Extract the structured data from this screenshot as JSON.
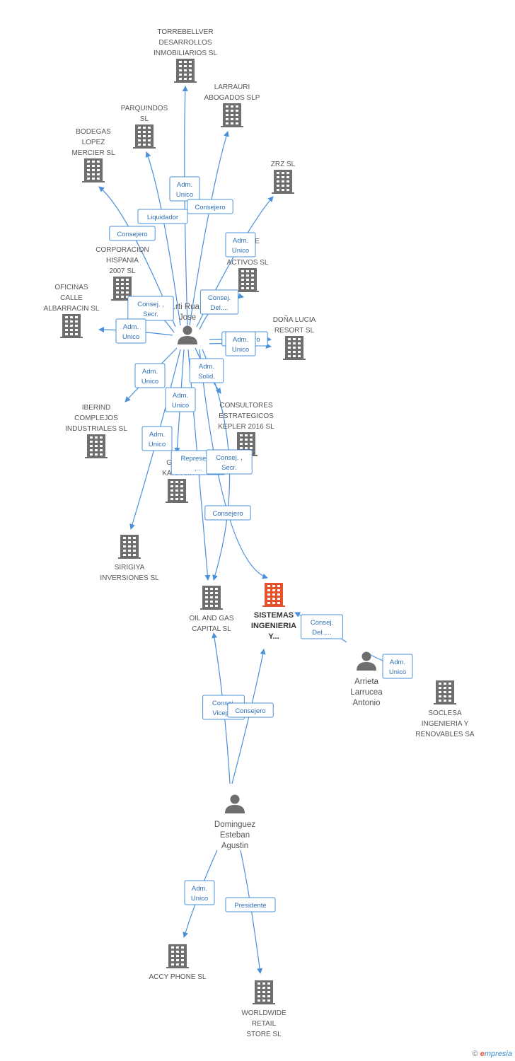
{
  "nodes": [
    {
      "id": "torrebellver",
      "type": "company",
      "lines": [
        "TORREBELLVER",
        "DESARROLLOS",
        "INMOBILIARIOS SL"
      ]
    },
    {
      "id": "larrauri",
      "type": "company",
      "lines": [
        "LARRAURI",
        "ABOGADOS SLP"
      ]
    },
    {
      "id": "parquindos",
      "type": "company",
      "lines": [
        "PARQUINDOS",
        "SL"
      ]
    },
    {
      "id": "bodegas",
      "type": "company",
      "lines": [
        "BODEGAS",
        "LOPEZ",
        "MERCIER SL"
      ]
    },
    {
      "id": "zrz",
      "type": "company",
      "lines": [
        "ZRZ SL"
      ]
    },
    {
      "id": "corporacion",
      "type": "company",
      "lines": [
        "CORPORACION",
        "HISPANIA",
        "2007 SL"
      ]
    },
    {
      "id": "activos",
      "type": "company",
      "lines": [
        "L...APE",
        "...DE",
        "ACTIVOS  SL"
      ]
    },
    {
      "id": "oficinas",
      "type": "company",
      "lines": [
        "OFICINAS",
        "CALLE",
        "ALBARRACIN SL"
      ]
    },
    {
      "id": "donalucia",
      "type": "company",
      "lines": [
        "DOÑA LUCIA",
        "RESORT SL"
      ]
    },
    {
      "id": "iberind",
      "type": "company",
      "lines": [
        "IBERIND",
        "COMPLEJOS",
        "INDUSTRIALES SL"
      ]
    },
    {
      "id": "kepler",
      "type": "company",
      "lines": [
        "CONSULTORES",
        "ESTRATEGICOS",
        "KEPLER 2016  SL"
      ]
    },
    {
      "id": "glo",
      "type": "company",
      "lines": [
        "GLO...",
        "KARPA..."
      ]
    },
    {
      "id": "sirigiya",
      "type": "company",
      "lines": [
        "SIRIGIYA",
        "INVERSIONES SL"
      ]
    },
    {
      "id": "oilgas",
      "type": "company",
      "lines": [
        "OIL AND GAS",
        "CAPITAL SL"
      ]
    },
    {
      "id": "sistemas",
      "type": "company",
      "focus": true,
      "lines": [
        "SISTEMAS",
        "INGENIERIA",
        "Y..."
      ]
    },
    {
      "id": "soclesa",
      "type": "company",
      "lines": [
        "SOCLESA",
        "INGENIERIA Y",
        "RENOVABLES SA"
      ]
    },
    {
      "id": "accy",
      "type": "company",
      "lines": [
        "ACCY PHONE SL"
      ]
    },
    {
      "id": "worldwide",
      "type": "company",
      "lines": [
        "WORLDWIDE",
        "RETAIL",
        "STORE SL"
      ]
    },
    {
      "id": "marti",
      "type": "person",
      "lines": [
        "...rti Rua...",
        "Jose"
      ]
    },
    {
      "id": "arrieta",
      "type": "person",
      "lines": [
        "Arrieta",
        "Larrucea",
        "Antonio"
      ]
    },
    {
      "id": "dominguez",
      "type": "person",
      "lines": [
        "Dominguez",
        "Esteban",
        "Agustin"
      ]
    }
  ],
  "edges": [
    {
      "from": "marti",
      "to": "torrebellver",
      "label": [
        "Adm.",
        "Unico"
      ]
    },
    {
      "from": "marti",
      "to": "larrauri",
      "label": [
        "Consejero"
      ]
    },
    {
      "from": "marti",
      "to": "parquindos",
      "label": [
        "Liquidador"
      ]
    },
    {
      "from": "marti",
      "to": "bodegas",
      "label": [
        "Consejero"
      ]
    },
    {
      "from": "marti",
      "to": "zrz",
      "label": [
        "Adm.",
        "Unico"
      ]
    },
    {
      "from": "marti",
      "to": "corporacion",
      "label": [
        "Consej. ,",
        "Secr."
      ]
    },
    {
      "from": "marti",
      "to": "activos",
      "label": [
        "Consej.",
        "Del...."
      ]
    },
    {
      "from": "marti",
      "to": "oficinas",
      "label": [
        "Adm.",
        "Unico"
      ]
    },
    {
      "from": "marti",
      "to": "donalucia",
      "label": [
        "Consejero"
      ]
    },
    {
      "from": "marti",
      "to": "donalucia",
      "label": [
        "Adm.",
        "Unico"
      ]
    },
    {
      "from": "marti",
      "to": "iberind",
      "label": [
        "Adm.",
        "Unico"
      ]
    },
    {
      "from": "marti",
      "to": "kepler",
      "label": [
        "Adm.",
        "Solid."
      ]
    },
    {
      "from": "marti",
      "to": "glo",
      "label": [
        "Adm.",
        "Unico"
      ]
    },
    {
      "from": "marti",
      "to": "sirigiya",
      "label": [
        "Adm.",
        "Unico"
      ]
    },
    {
      "from": "marti",
      "to": "oilgas",
      "label": [
        "Represen...",
        ",..."
      ]
    },
    {
      "from": "marti",
      "to": "oilgas",
      "label": [
        "Consej. ,",
        "Secr."
      ]
    },
    {
      "from": "marti",
      "to": "sistemas",
      "label": [
        "Consejero"
      ]
    },
    {
      "from": "arrieta",
      "to": "sistemas",
      "label": [
        "Consej.",
        "Del.,..."
      ]
    },
    {
      "from": "arrieta",
      "to": "soclesa",
      "label": [
        "Adm.",
        "Unico"
      ]
    },
    {
      "from": "dominguez",
      "to": "oilgas",
      "label": [
        "Consej.",
        "Vicep..."
      ]
    },
    {
      "from": "dominguez",
      "to": "sistemas",
      "label": [
        "Consejero"
      ]
    },
    {
      "from": "dominguez",
      "to": "accy",
      "label": [
        "Adm.",
        "Unico"
      ]
    },
    {
      "from": "dominguez",
      "to": "worldwide",
      "label": [
        "Presidente"
      ]
    }
  ],
  "brand": {
    "copyright": "©",
    "text": "mpresia",
    "initial": "e"
  }
}
